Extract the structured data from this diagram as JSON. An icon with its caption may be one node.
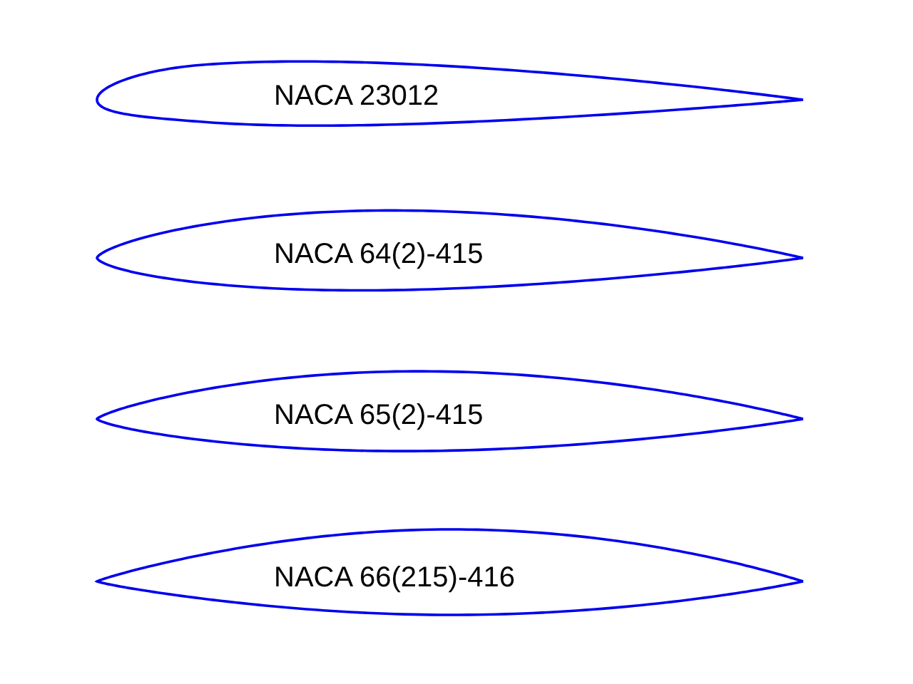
{
  "diagram": {
    "nodes": [
      {
        "text": [
          "NACA 23012"
        ]
      },
      {
        "text": [
          "NACA 64(2)-415"
        ]
      },
      {
        "text": [
          "NACA 65(2)-415"
        ]
      },
      {
        "text": [
          "NACA 66(215)-416"
        ]
      }
    ]
  }
}
